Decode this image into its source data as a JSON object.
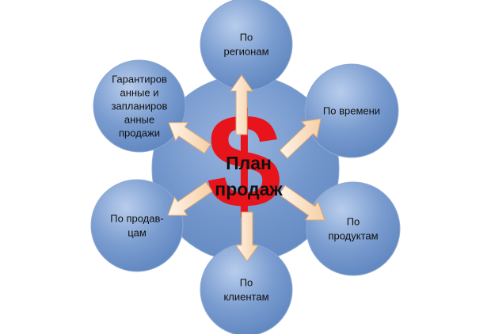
{
  "center": {
    "line1": "План",
    "line2": "продаж"
  },
  "nodes": [
    {
      "id": "regions",
      "lines": [
        "По",
        "регионам"
      ]
    },
    {
      "id": "time",
      "lines": [
        "По времени"
      ]
    },
    {
      "id": "products",
      "lines": [
        "По",
        "продуктам"
      ]
    },
    {
      "id": "clients",
      "lines": [
        "По",
        "клиентам"
      ]
    },
    {
      "id": "sellers",
      "lines": [
        "По продав-",
        "цам"
      ]
    },
    {
      "id": "guaranteed",
      "lines": [
        "Гарантиров",
        "анные и",
        "запланиров",
        "анные",
        "продажи"
      ]
    }
  ],
  "colors": {
    "circle_fill": "#6f94c8",
    "circle_light": "#a9c2e6",
    "circle_stroke": "#8ea9d2",
    "arrow_fill": "#fbe2c6",
    "arrow_stroke": "#d9a878",
    "dollar_red": "#e8141c",
    "text": "#111111"
  },
  "icons": {
    "center_symbol": "dollar-sign-icon",
    "connector": "arrow-icon"
  }
}
